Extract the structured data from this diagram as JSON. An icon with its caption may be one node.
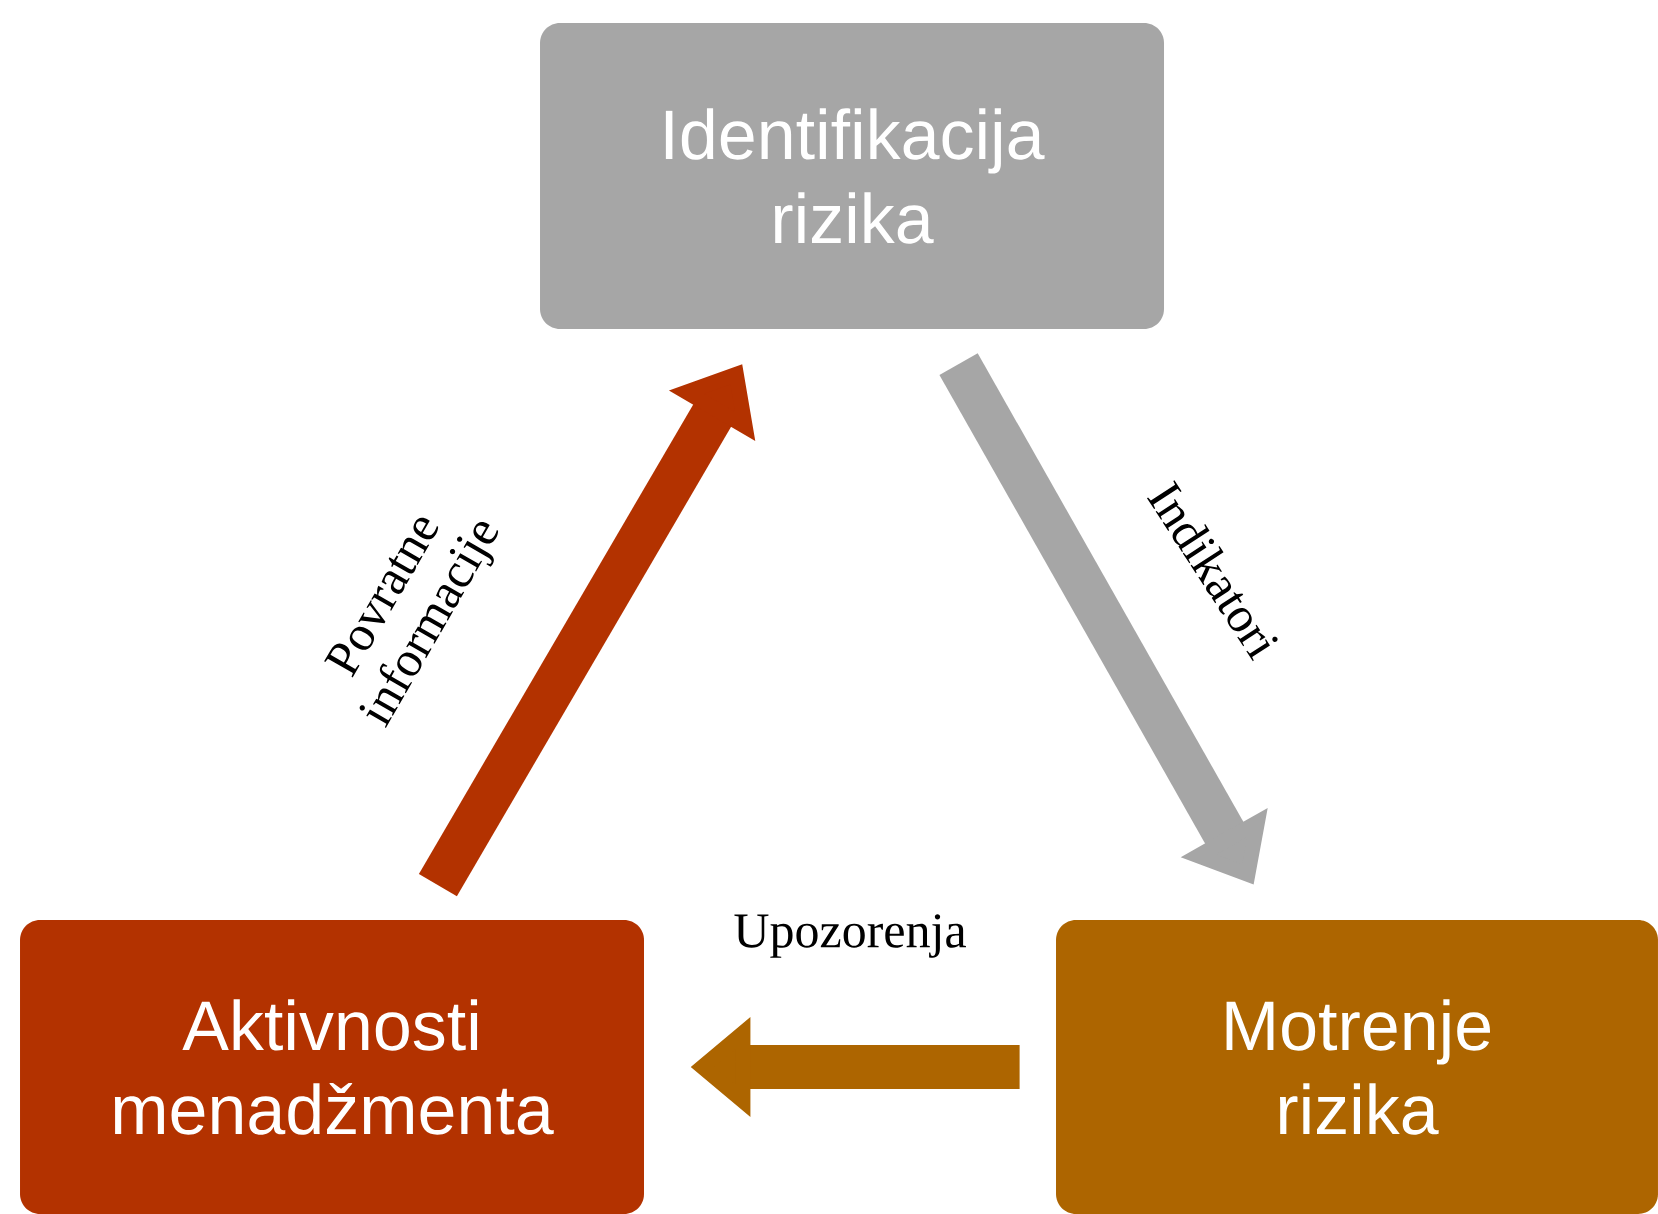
{
  "diagram": {
    "nodes": [
      {
        "text": [
          "Identifikacija rizika"
        ]
      },
      {
        "text": [
          "Motrenje rizika"
        ]
      },
      {
        "text": [
          "Aktivnosti menadžmenta"
        ]
      }
    ],
    "edges": [
      {
        "from": 0,
        "to": 1,
        "arrow": "to",
        "label": "Indikatori",
        "color": "#a6a6a6"
      },
      {
        "from": 1,
        "to": 2,
        "arrow": "to",
        "label": "Upozorenja",
        "color": "#ad6500"
      },
      {
        "from": 2,
        "to": 0,
        "arrow": "to",
        "label": "Povratne informacije",
        "color": "#b33200"
      }
    ]
  }
}
